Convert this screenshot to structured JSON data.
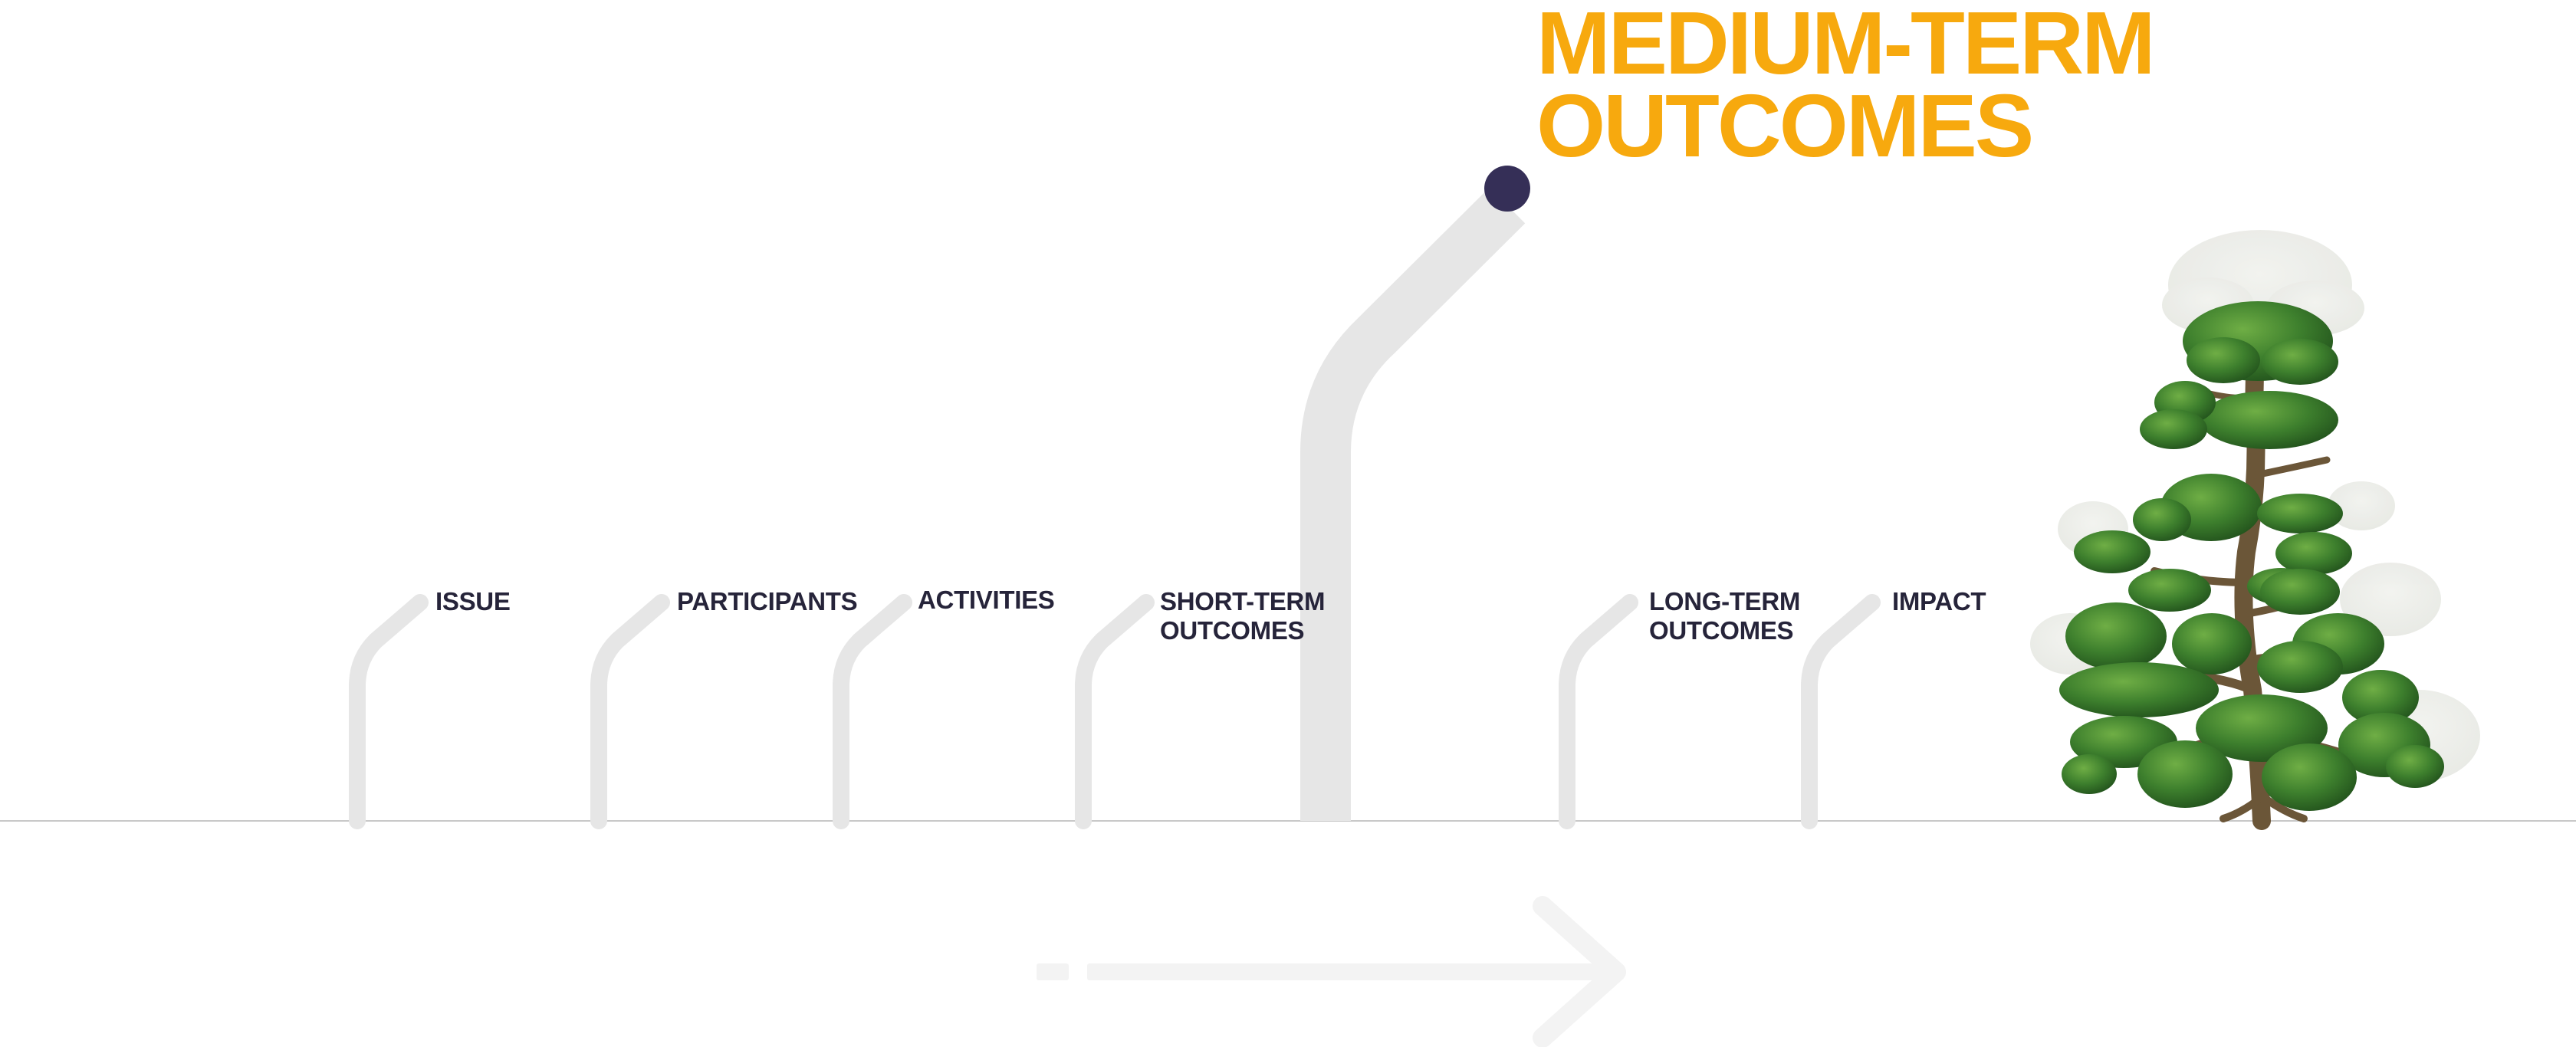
{
  "colors": {
    "accent": "#f7a90e",
    "label_text": "#26243a",
    "marker": "#352f57",
    "stem": "#e6e6e6",
    "ground": "#c8c8c8",
    "foliage": "#2e6b2a",
    "trunk": "#6b5638"
  },
  "stages": [
    {
      "id": "issue",
      "lines": [
        "ISSUE"
      ]
    },
    {
      "id": "participants",
      "lines": [
        "PARTICIPANTS"
      ]
    },
    {
      "id": "activities",
      "lines": [
        "ACTIVITIES"
      ]
    },
    {
      "id": "short-term-outcomes",
      "lines": [
        "SHORT-TERM",
        "OUTCOMES"
      ]
    },
    {
      "id": "medium-term-outcomes",
      "lines": [
        "MEDIUM-TERM",
        "OUTCOMES"
      ],
      "highlighted": true
    },
    {
      "id": "long-term-outcomes",
      "lines": [
        "LONG-TERM",
        "OUTCOMES"
      ]
    },
    {
      "id": "impact",
      "lines": [
        "IMPACT"
      ]
    }
  ],
  "highlight": {
    "title_line1": "MEDIUM-TERM",
    "title_line2": "OUTCOMES"
  },
  "icons": {
    "direction_arrow": "arrow-right-icon",
    "tree": "tree-icon",
    "marker": "marker-dot-icon"
  }
}
